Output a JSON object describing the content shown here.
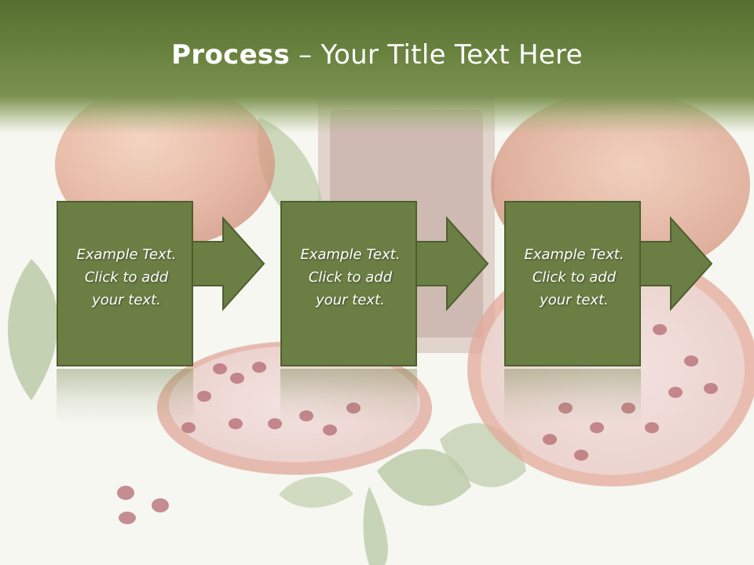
{
  "slide": {
    "title_bold": "Process",
    "title_rest": " – Your Title Text Here"
  },
  "steps": [
    {
      "line1": "Example Text.",
      "line2": "Click  to add",
      "line3": "your text."
    },
    {
      "line1": "Example Text.",
      "line2": "Click  to add",
      "line3": "your text."
    },
    {
      "line1": "Example Text.",
      "line2": "Click  to add",
      "line3": "your text."
    }
  ],
  "colors": {
    "title_band": "#5e7636",
    "step_fill": "#6b7e44",
    "step_border": "#4e5f2e",
    "text": "#ffffff"
  },
  "icons": [
    "pomegranate-background-image",
    "arrow-right-icon"
  ]
}
